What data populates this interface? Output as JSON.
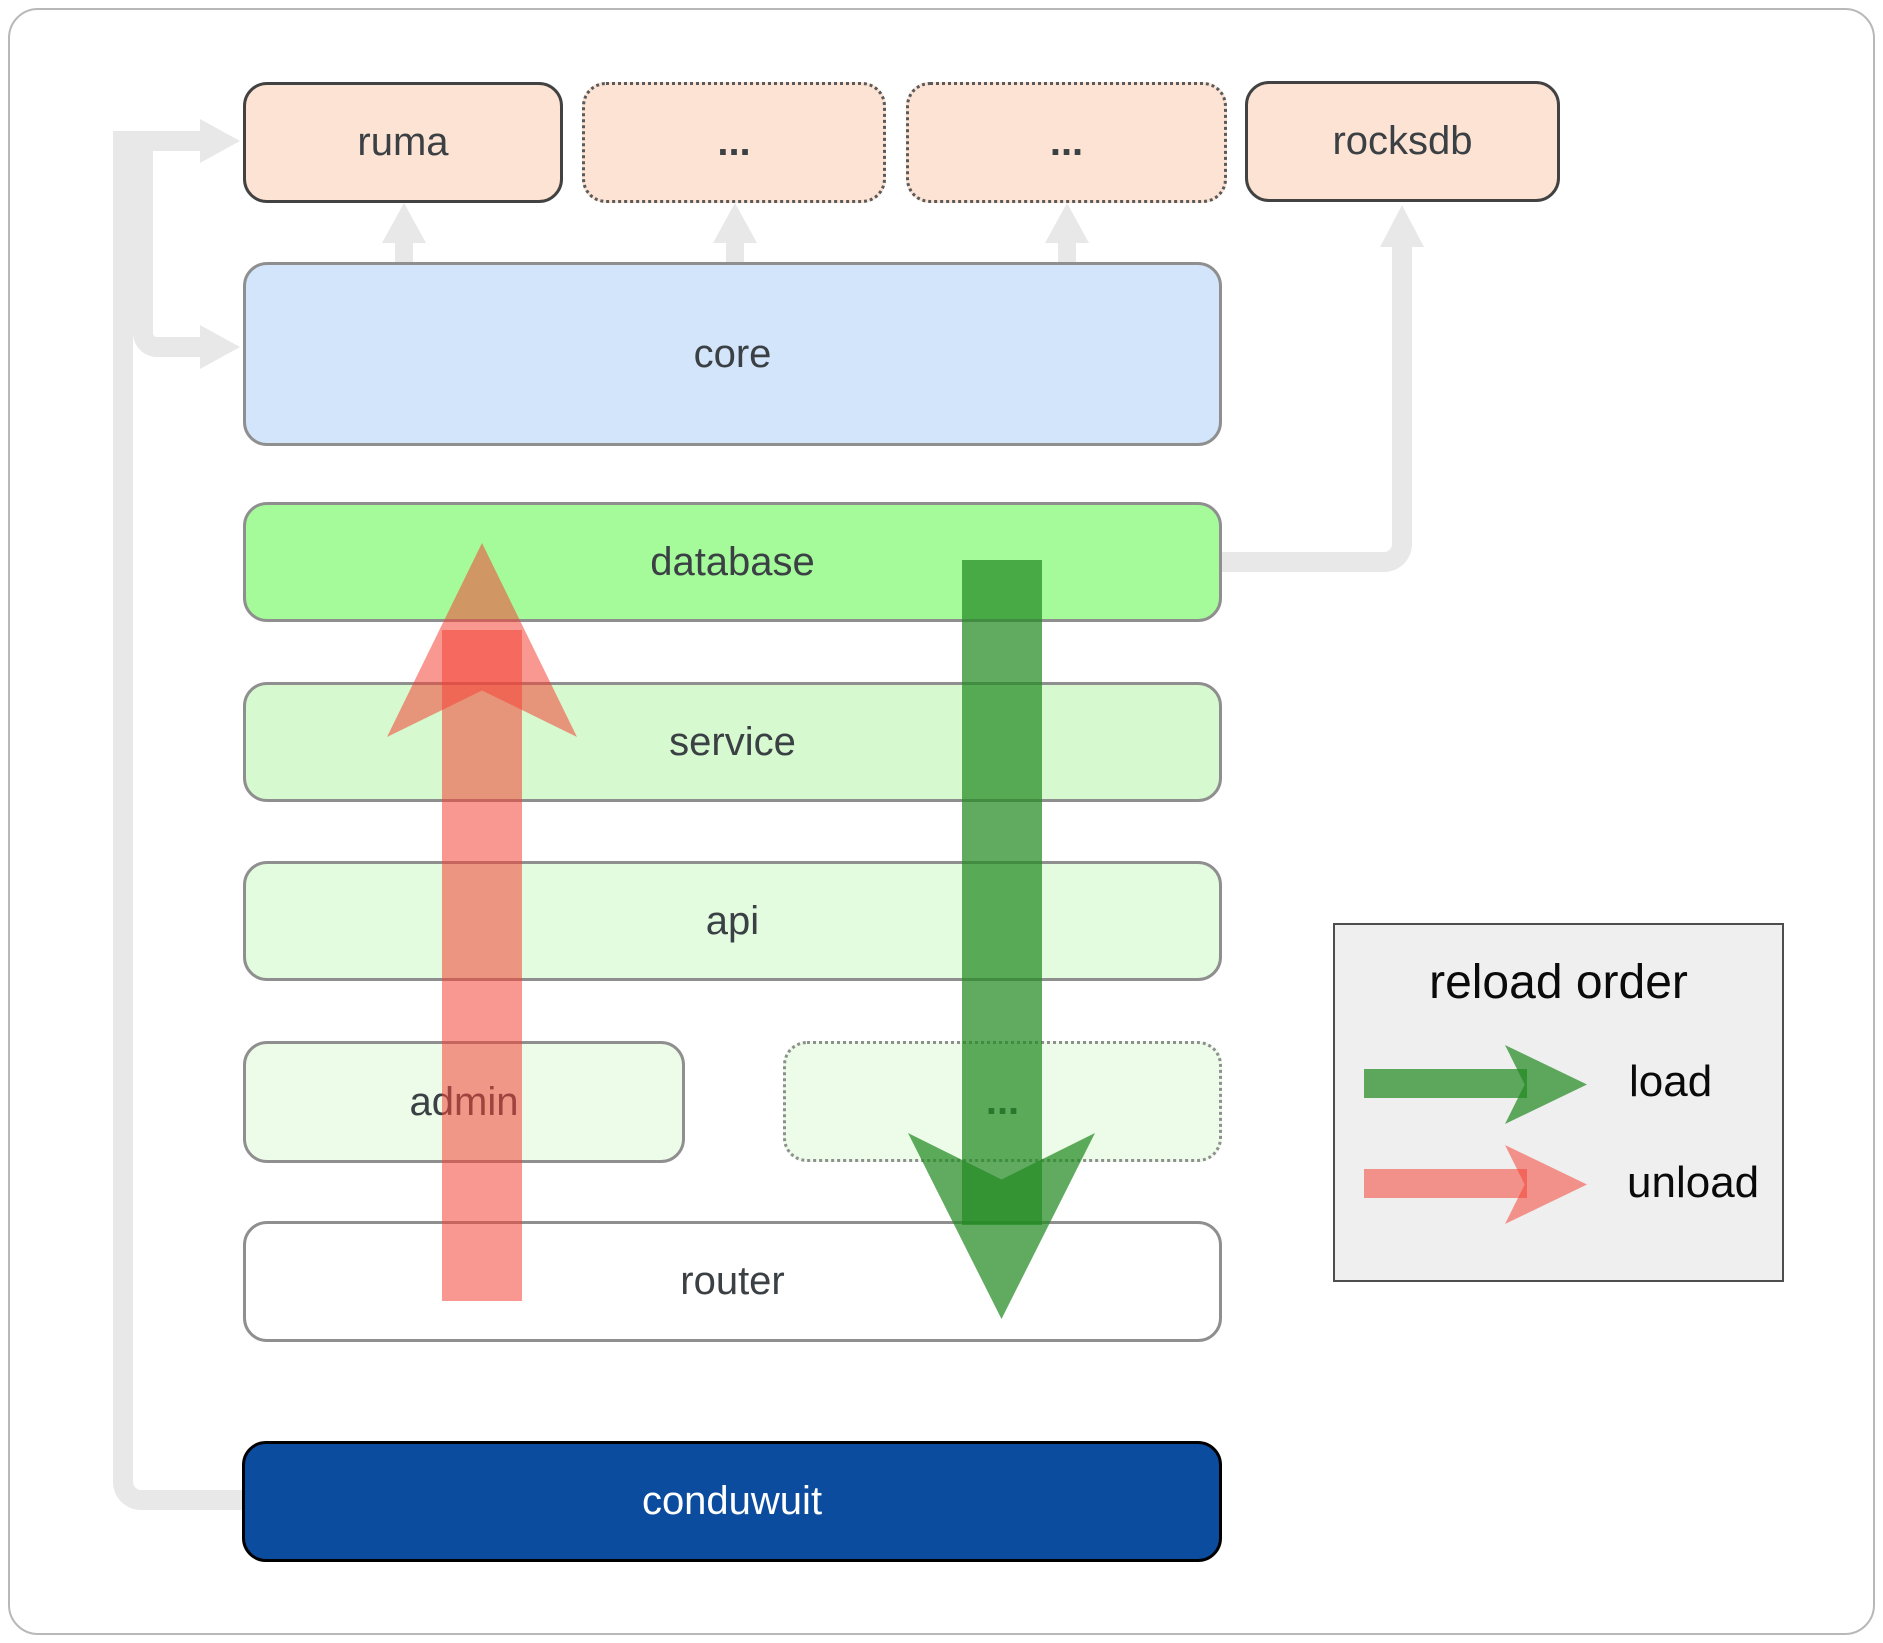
{
  "nodes": {
    "ruma": "ruma",
    "ellipsis1": "...",
    "ellipsis2": "...",
    "rocksdb": "rocksdb",
    "core": "core",
    "database": "database",
    "service": "service",
    "api": "api",
    "admin": "admin",
    "ellipsis3": "...",
    "router": "router",
    "conduwuit": "conduwuit"
  },
  "legend": {
    "title": "reload order",
    "load_label": "load",
    "unload_label": "unload"
  },
  "colors": {
    "load_arrow": "#228B22",
    "unload_arrow": "#F44336",
    "connector_gray": "#E8E8E8",
    "peach_fill": "#FCE3D3",
    "core_fill": "#D3E5FA",
    "database_fill": "#A5FB9A",
    "service_fill": "#D6F9CF",
    "api_fill": "#E3FBDE",
    "admin_fill": "#ECFCE8",
    "router_fill": "#FFFFFF",
    "conduwuit_fill": "#0B4C9F",
    "legend_bg": "#EFEFEF"
  }
}
